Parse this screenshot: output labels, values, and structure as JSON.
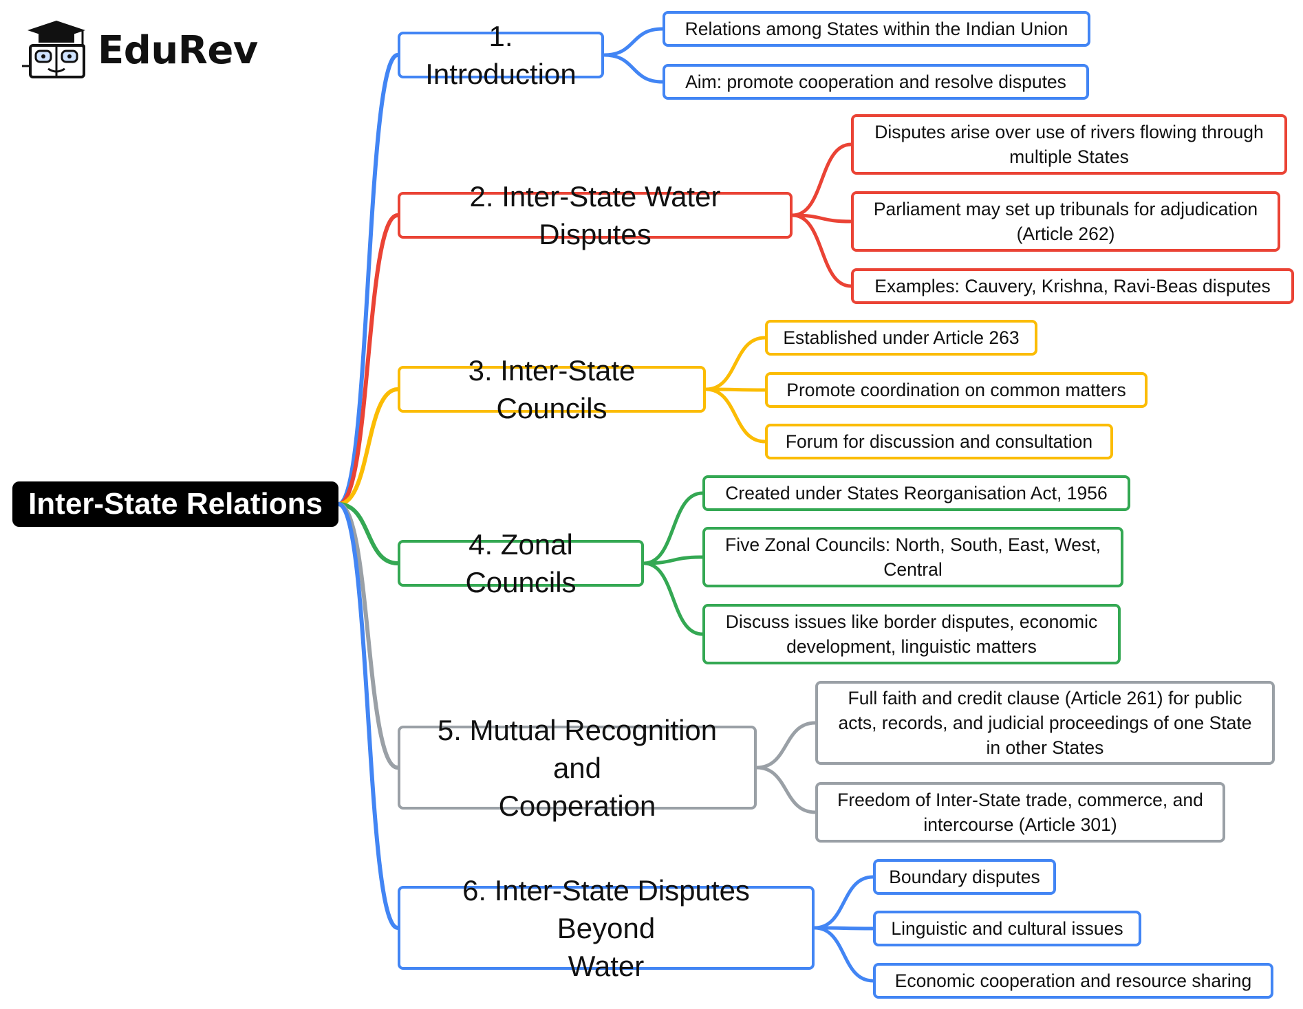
{
  "brand": {
    "name": "EduRev",
    "icon": "graduation-cap-book-icon"
  },
  "colors": {
    "blue": "#4285F4",
    "red": "#EA4335",
    "yellow": "#FBBC04",
    "green": "#34A853",
    "gray": "#9AA0A6",
    "root_bg": "#000000"
  },
  "mindmap": {
    "root": "Inter-State Relations",
    "branches": [
      {
        "label": "1. Introduction",
        "color": "blue",
        "leaves": [
          "Relations among States within the Indian Union",
          "Aim: promote cooperation and resolve disputes"
        ]
      },
      {
        "label": "2. Inter-State Water Disputes",
        "color": "red",
        "leaves": [
          "Disputes arise over use of rivers flowing through\nmultiple States",
          "Parliament may set up tribunals for adjudication\n(Article 262)",
          "Examples: Cauvery, Krishna, Ravi-Beas disputes"
        ]
      },
      {
        "label": "3. Inter-State Councils",
        "color": "yellow",
        "leaves": [
          "Established under Article 263",
          "Promote coordination on common matters",
          "Forum for discussion and consultation"
        ]
      },
      {
        "label": "4. Zonal Councils",
        "color": "green",
        "leaves": [
          "Created under States Reorganisation Act, 1956",
          "Five Zonal Councils: North, South, East, West,\nCentral",
          "Discuss issues like border disputes, economic\ndevelopment, linguistic matters"
        ]
      },
      {
        "label": "5. Mutual Recognition and\nCooperation",
        "color": "gray",
        "leaves": [
          "Full faith and credit clause (Article 261) for public\nacts, records, and judicial proceedings of one State\nin other States",
          "Freedom of Inter-State trade, commerce, and\nintercourse (Article 301)"
        ]
      },
      {
        "label": "6. Inter-State Disputes Beyond\nWater",
        "color": "blue",
        "leaves": [
          "Boundary disputes",
          "Linguistic and cultural issues",
          "Economic cooperation and resource sharing"
        ]
      }
    ]
  }
}
